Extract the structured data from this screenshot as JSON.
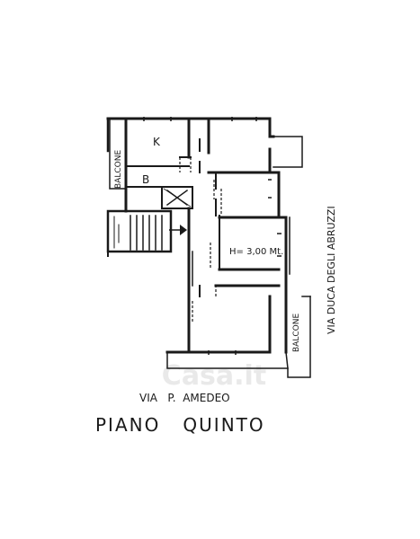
{
  "rooms": {
    "kitchen": "K",
    "bathroom": "B",
    "height_note": "H= 3,00 Mt.",
    "balcony_left": "BALCONE",
    "balcony_right": "BALCONE"
  },
  "streets": {
    "bottom": "VIA   P.  AMEDEO",
    "right": "VIA  DUCA  DEGLI  ABRUZZI"
  },
  "title": "PIANO   QUINTO",
  "watermark": "Casa.it",
  "colors": {
    "ink": "#1a1a1a",
    "paper": "#ffffff",
    "watermark": "#e6e6e6"
  }
}
